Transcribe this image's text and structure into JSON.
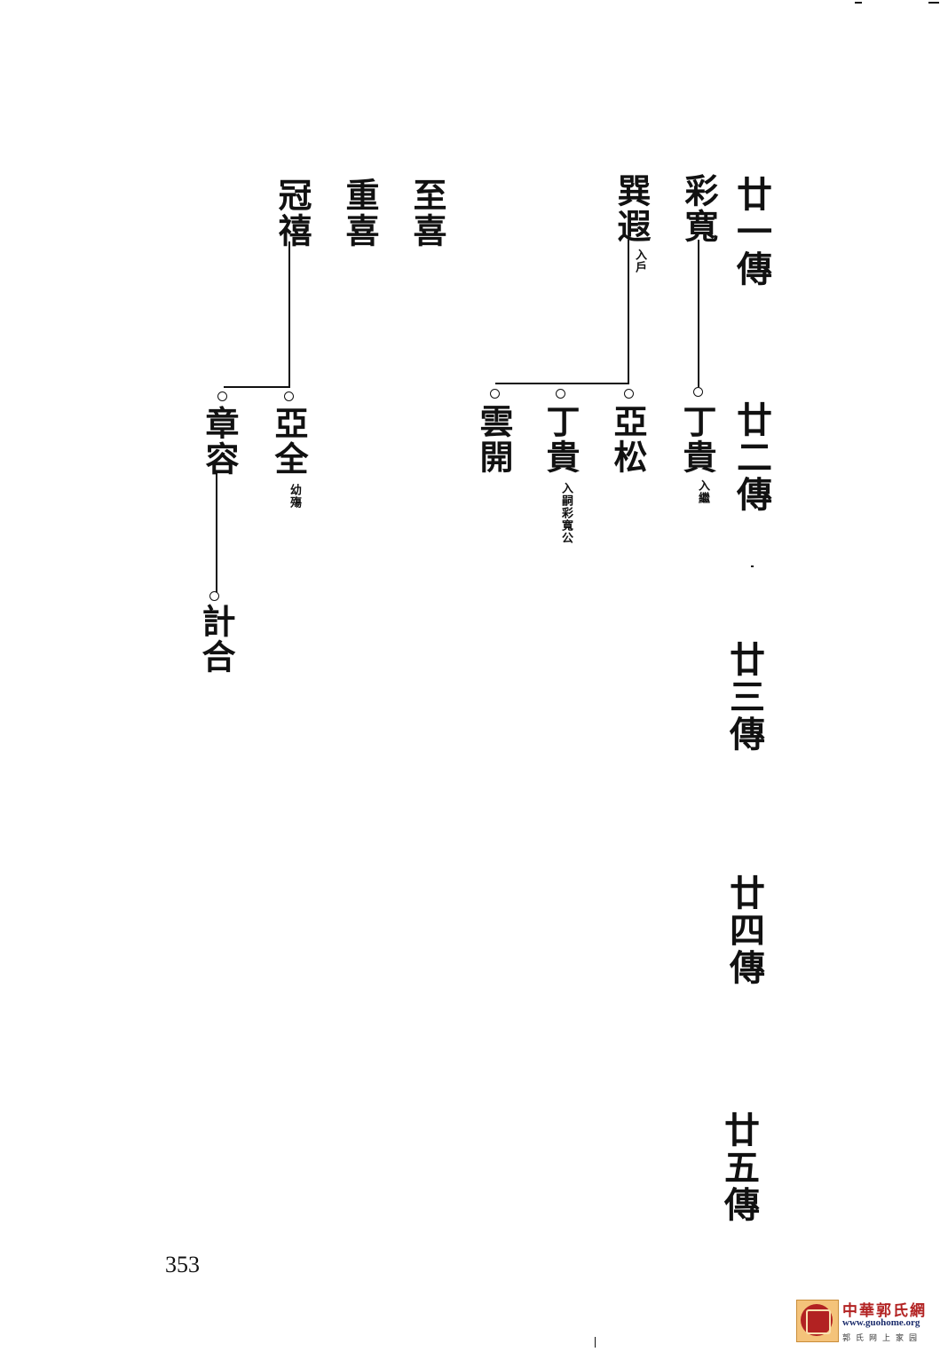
{
  "generations": [
    {
      "label": "廿一傳"
    },
    {
      "label": "廿二傳"
    },
    {
      "label": "廿三傳"
    },
    {
      "label": "廿四傳"
    },
    {
      "label": "廿五傳"
    }
  ],
  "gen21": [
    {
      "name": "彩寬"
    },
    {
      "name": "巽遐",
      "note": "入戶"
    },
    {
      "name": "至喜"
    },
    {
      "name": "重喜"
    },
    {
      "name": "冠禧"
    }
  ],
  "gen22": [
    {
      "name": "丁貴",
      "note": "入繼"
    },
    {
      "name": "亞松"
    },
    {
      "name": "丁貴",
      "note": "入嗣彩寬公"
    },
    {
      "name": "雲開"
    },
    {
      "name": "亞全",
      "note": "幼殤"
    },
    {
      "name": "章容"
    }
  ],
  "gen23": [
    {
      "name": "計合"
    }
  ],
  "page_number": "353",
  "watermark": {
    "title": "中華郭氏網",
    "url": "www.guohome.org",
    "subtitle": "郭氏网上家园"
  }
}
